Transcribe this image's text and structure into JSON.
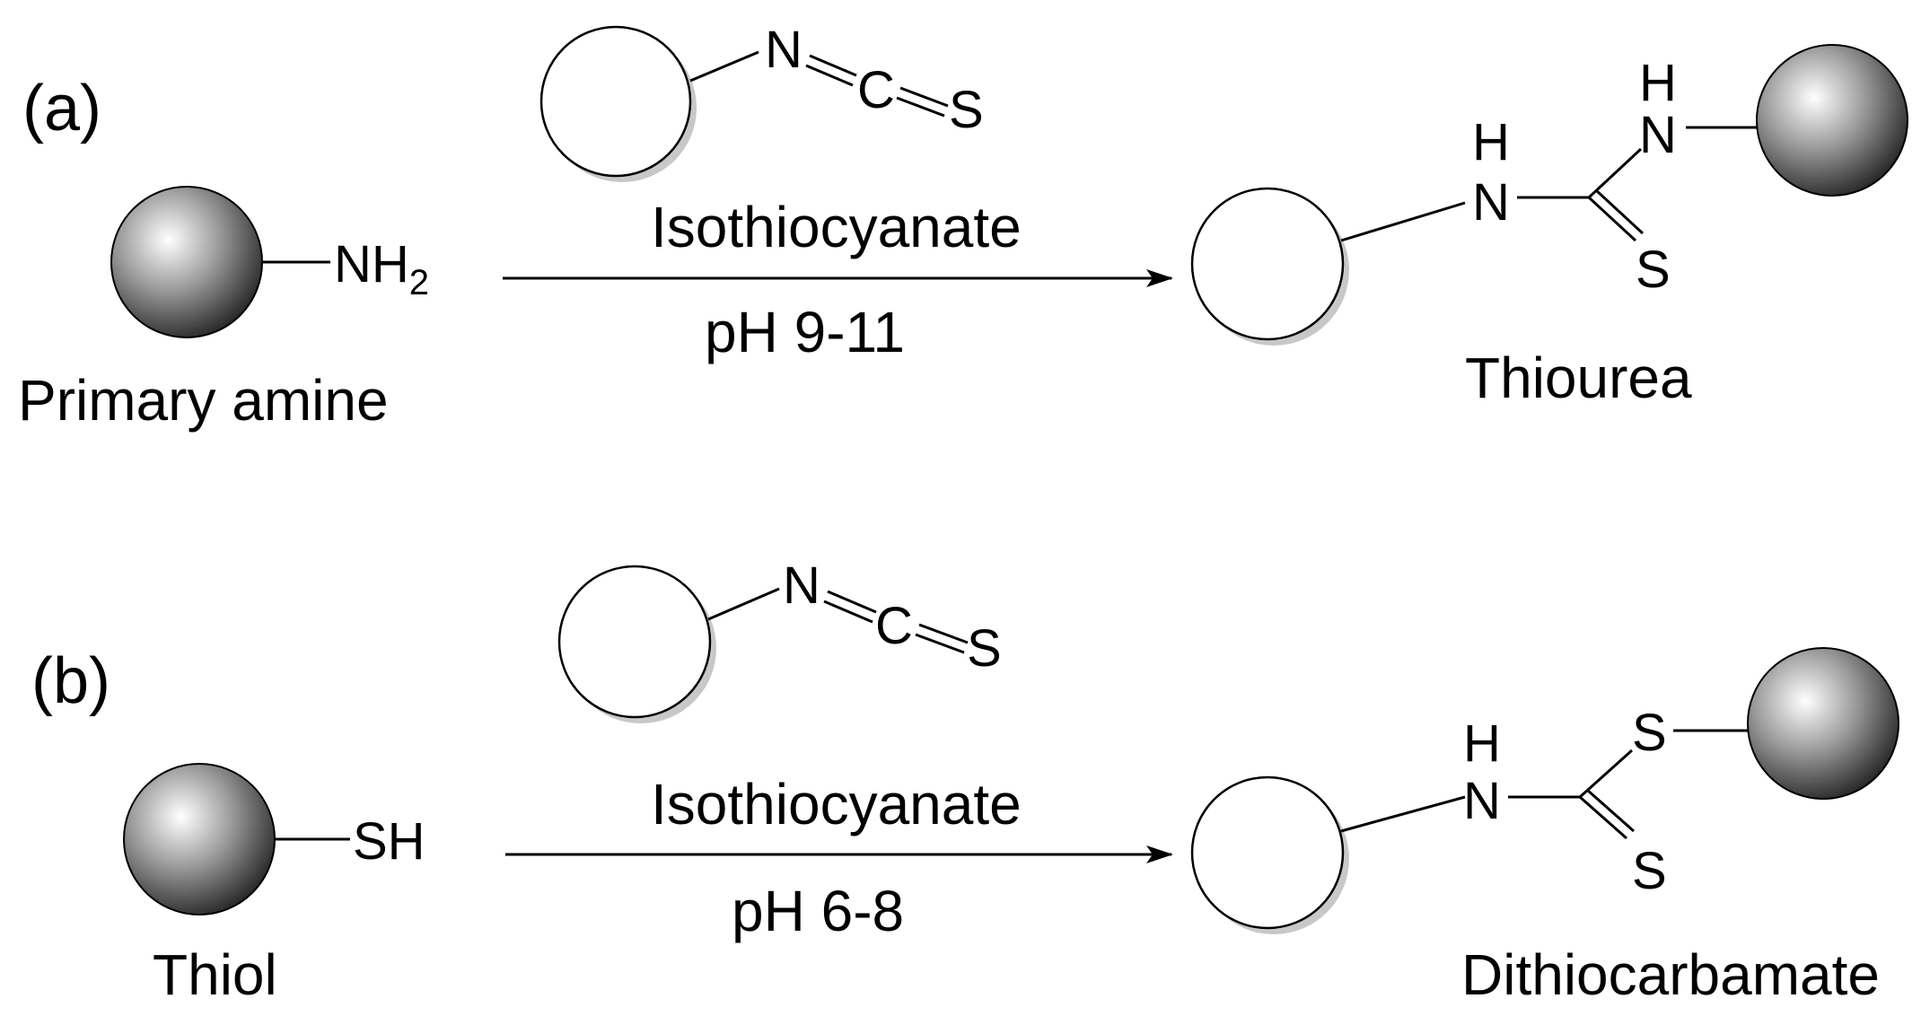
{
  "panel_a": {
    "label": "(a)",
    "reactant_label": "Primary amine",
    "reactant_group": "NH",
    "reactant_group_sub": "2",
    "reagent_atoms": {
      "n": "N",
      "c": "C",
      "s": "S"
    },
    "reagent_label": "Isothiocyanate",
    "condition": "pH 9-11",
    "product_label": "Thiourea",
    "product_atoms": {
      "h1": "H",
      "n1": "N",
      "h2": "H",
      "n2": "N",
      "s": "S"
    }
  },
  "panel_b": {
    "label": "(b)",
    "reactant_label": "Thiol",
    "reactant_group": "SH",
    "reagent_atoms": {
      "n": "N",
      "c": "C",
      "s": "S"
    },
    "reagent_label": "Isothiocyanate",
    "condition": "pH 6-8",
    "product_label": "Dithiocarbamate",
    "product_atoms": {
      "h1": "H",
      "n1": "N",
      "s1": "S",
      "s2": "S"
    }
  }
}
